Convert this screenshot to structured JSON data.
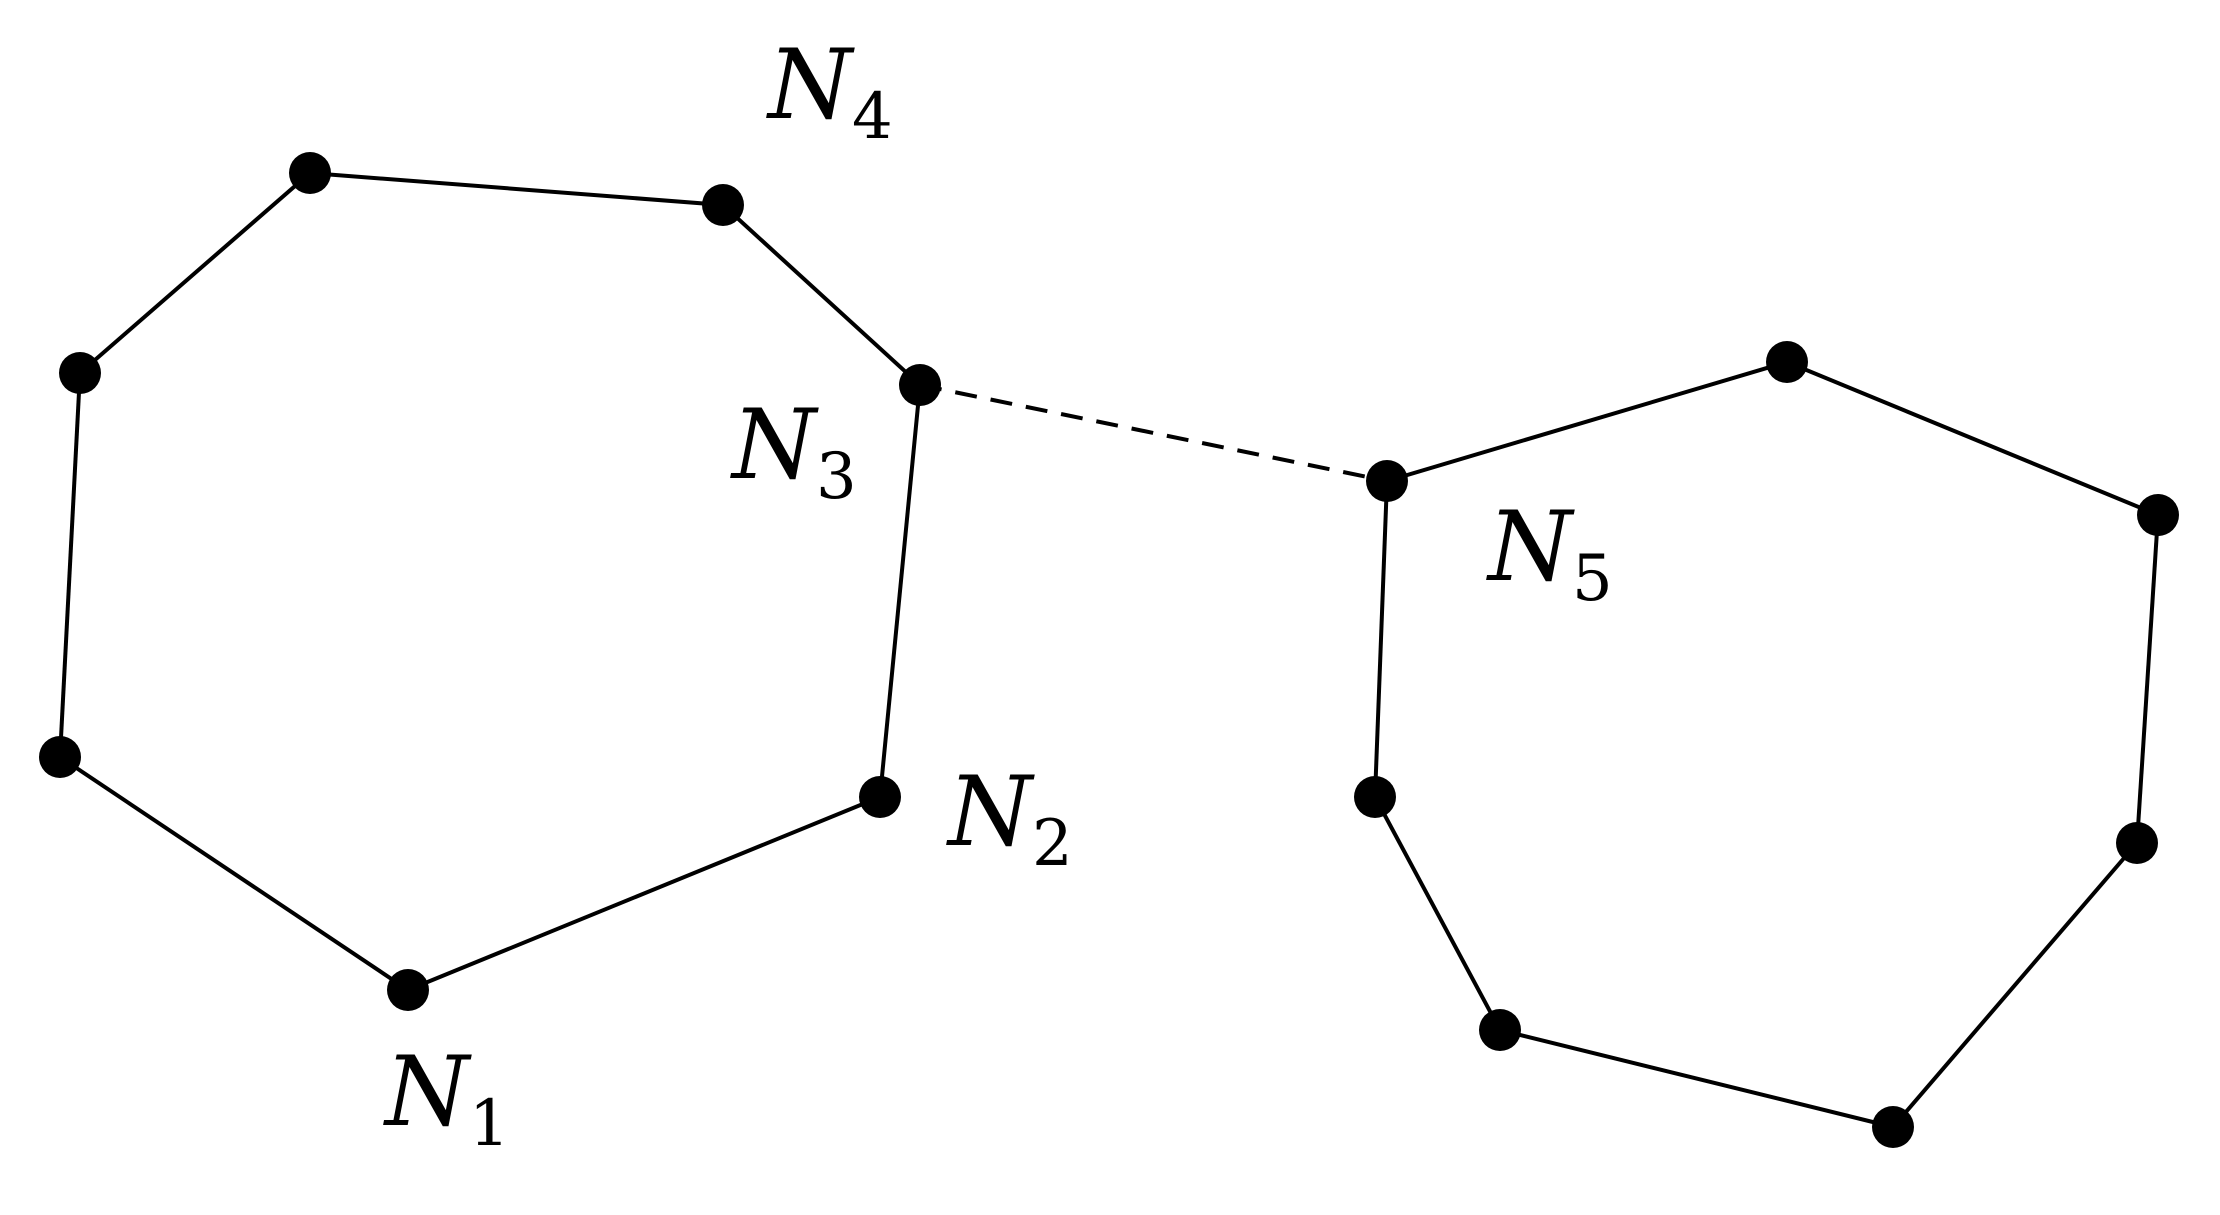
{
  "colors": {
    "stroke": "#000000",
    "background": "#ffffff"
  },
  "labels": {
    "n1": {
      "letter": "N",
      "subscript": "1"
    },
    "n2": {
      "letter": "N",
      "subscript": "2"
    },
    "n3": {
      "letter": "N",
      "subscript": "3"
    },
    "n4": {
      "letter": "N",
      "subscript": "4"
    },
    "n5": {
      "letter": "N",
      "subscript": "5"
    }
  }
}
